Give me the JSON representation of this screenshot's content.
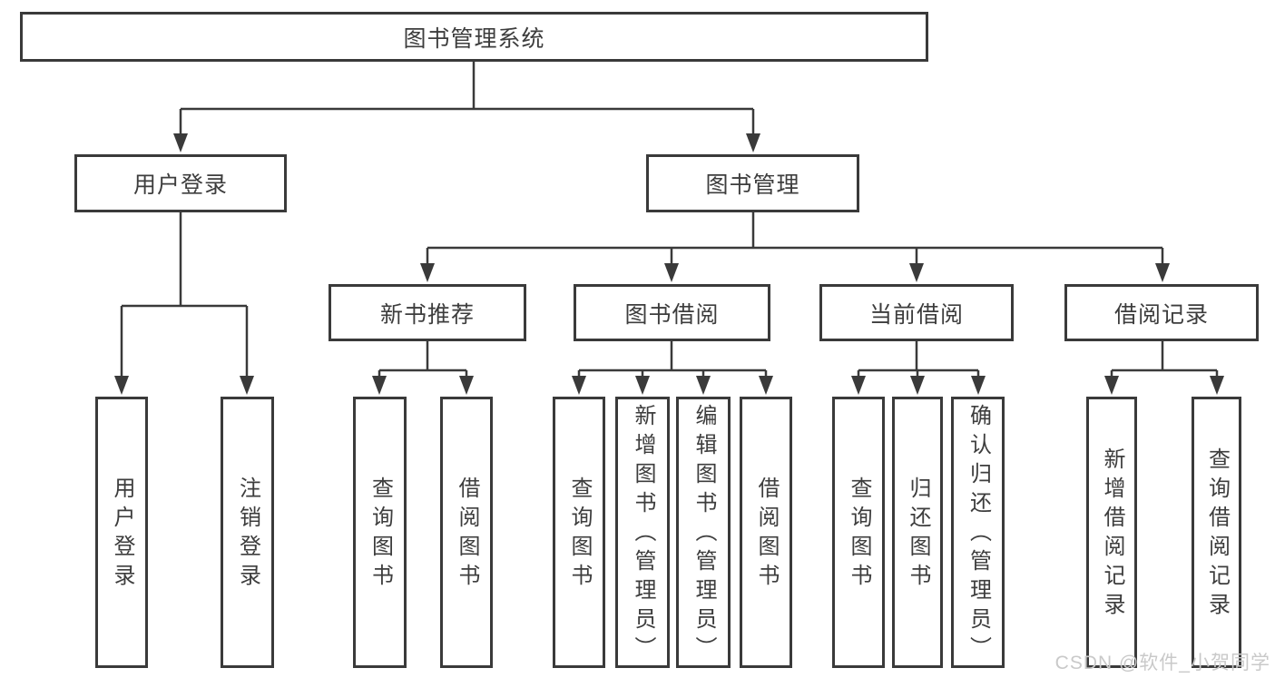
{
  "colors": {
    "line": "#3a3a3a",
    "text": "#3d3d3d",
    "box_bg": "#ffffff",
    "page_bg": "#ffffff",
    "watermark": "#c9c9c9"
  },
  "nodes": {
    "root": "图书管理系统",
    "user_login": "用户登录",
    "book_mgmt": "图书管理",
    "new_book_rec": "新书推荐",
    "book_borrow": "图书借阅",
    "current_borrow": "当前借阅",
    "borrow_record": "借阅记录",
    "leaves": {
      "user_login": [
        "用户登录",
        "注销登录"
      ],
      "new_book_rec": [
        "查询图书",
        "借阅图书"
      ],
      "book_borrow": [
        "查询图书",
        "新增图书（管理员）",
        "编辑图书（管理员）",
        "借阅图书"
      ],
      "current_borrow": [
        "查询图书",
        "归还图书",
        "确认归还（管理员）"
      ],
      "borrow_record": [
        "新增借阅记录",
        "查询借阅记录"
      ]
    }
  },
  "watermark": "CSDN @软件_小贺同学"
}
